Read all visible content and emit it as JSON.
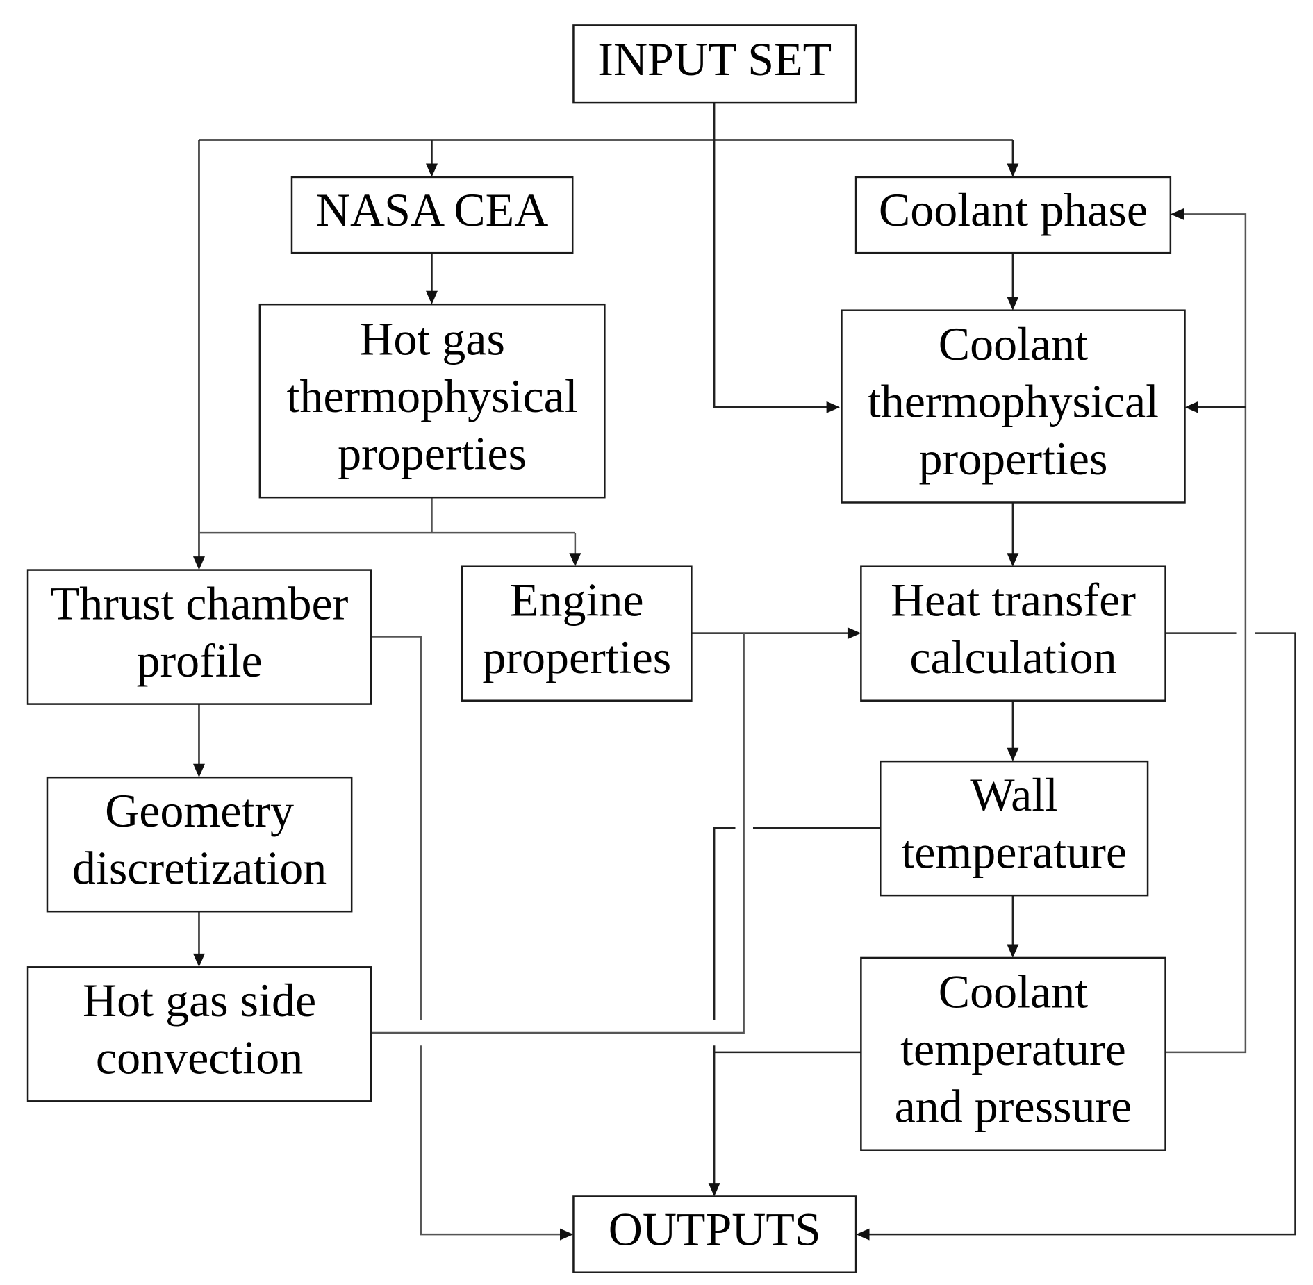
{
  "boxes": {
    "input_set": [
      "INPUT SET"
    ],
    "nasa_cea": [
      "NASA CEA"
    ],
    "coolant_phase": [
      "Coolant phase"
    ],
    "hot_gas_props": [
      "Hot gas",
      "thermophysical",
      "properties"
    ],
    "coolant_props": [
      "Coolant",
      "thermophysical",
      "properties"
    ],
    "thrust_chamber": [
      "Thrust chamber",
      "profile"
    ],
    "engine_props": [
      "Engine",
      "properties"
    ],
    "heat_transfer": [
      "Heat transfer",
      "calculation"
    ],
    "geometry": [
      "Geometry",
      "discretization"
    ],
    "wall_temp": [
      "Wall",
      "temperature"
    ],
    "hot_gas_side": [
      "Hot gas side",
      "convection"
    ],
    "coolant_tp": [
      "Coolant",
      "temperature",
      "and pressure"
    ],
    "outputs": [
      "OUTPUTS"
    ]
  }
}
